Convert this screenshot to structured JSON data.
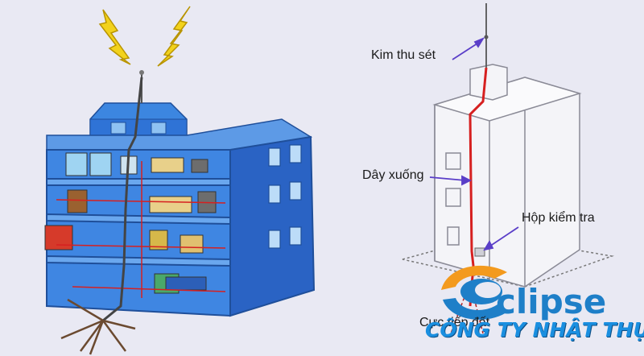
{
  "labels": {
    "air_terminal": "Kim thu sét",
    "down_conductor": "Dây xuống",
    "test_box": "Hộp kiểm tra",
    "grounding": "Cực tiếp đất"
  },
  "brand": {
    "name": "clipse",
    "company": "CÔNG TY NHẬT THỰC"
  },
  "colors": {
    "background": "#e9e9f3",
    "building_blue": "#2f73d6",
    "lightning_yellow": "#f2d21c",
    "conductor_red": "#d62020",
    "brand_blue": "#1e7fc8",
    "brand_orange": "#f39a1e",
    "arrow_purple": "#5a3ec8"
  }
}
